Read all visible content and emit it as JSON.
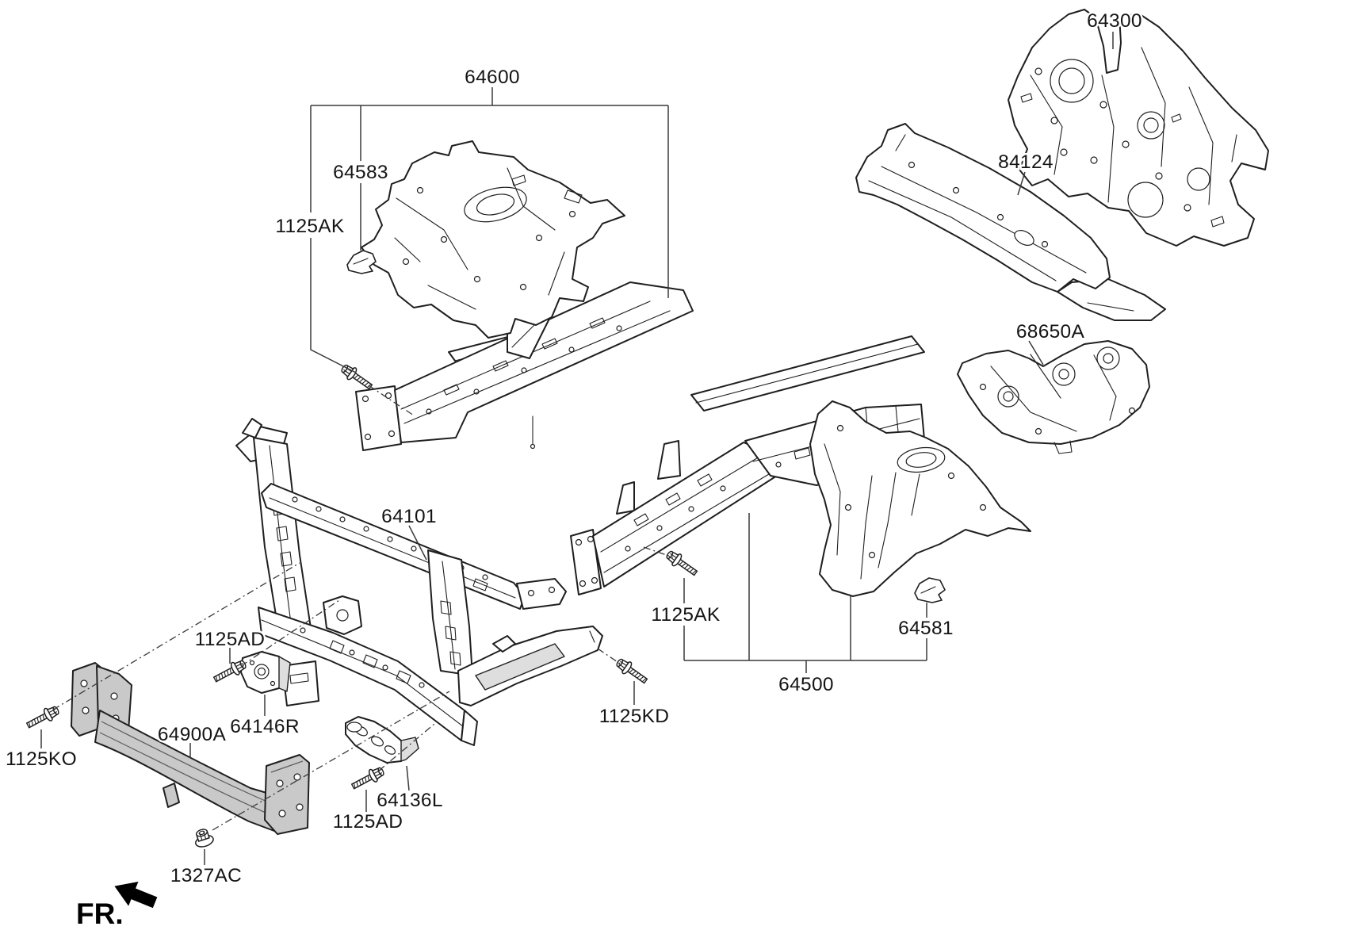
{
  "diagram": {
    "kind": "automotive-body-parts-exploded-view",
    "section": "fender apron and radiator support panel",
    "fr_indicator": "FR."
  },
  "colors": {
    "background": "#ffffff",
    "line": "#1f1f1f",
    "callout_line": "#3a3a3a",
    "beam_fill": "#c9c9c9",
    "shade_fill": "#dedede"
  },
  "icons": {
    "bolt": "flange-bolt",
    "nut": "flange-nut",
    "direction_arrow": "fr-direction-arrow"
  },
  "labels": {
    "l64600": "64600",
    "l64583": "64583",
    "l1125ak_left": "1125AK",
    "l64300": "64300",
    "l84124": "84124",
    "l68650a": "68650A",
    "l64101": "64101",
    "l1125ak_right": "1125AK",
    "l64581": "64581",
    "l64500": "64500",
    "l1125ad_top": "1125AD",
    "l64146r": "64146R",
    "l1125ko": "1125KO",
    "l64900a": "64900A",
    "l1327ac": "1327AC",
    "l1125ad_bottom": "1125AD",
    "l64136l": "64136L",
    "l1125kd": "1125KD",
    "fr": "FR."
  }
}
